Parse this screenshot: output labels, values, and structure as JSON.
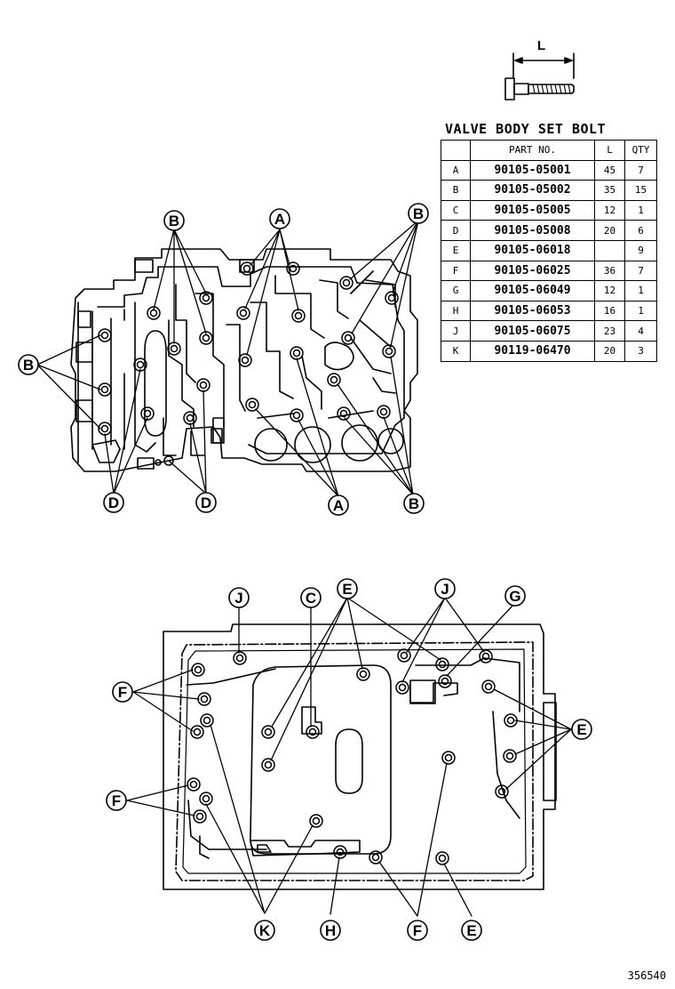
{
  "dimension_label": "L",
  "table": {
    "title": "VALVE BODY SET BOLT",
    "headers": [
      "",
      "PART NO.",
      "L",
      "QTY"
    ],
    "rows": [
      {
        "key": "A",
        "part_no": "90105-05001",
        "length": "45",
        "qty": "7"
      },
      {
        "key": "B",
        "part_no": "90105-05002",
        "length": "35",
        "qty": "15"
      },
      {
        "key": "C",
        "part_no": "90105-05005",
        "length": "12",
        "qty": "1"
      },
      {
        "key": "D",
        "part_no": "90105-05008",
        "length": "20",
        "qty": "6"
      },
      {
        "key": "E",
        "part_no": "90105-06018",
        "length": "",
        "qty": "9"
      },
      {
        "key": "F",
        "part_no": "90105-06025",
        "length": "36",
        "qty": "7"
      },
      {
        "key": "G",
        "part_no": "90105-06049",
        "length": "12",
        "qty": "1"
      },
      {
        "key": "H",
        "part_no": "90105-06053",
        "length": "16",
        "qty": "1"
      },
      {
        "key": "J",
        "part_no": "90105-06075",
        "length": "23",
        "qty": "4"
      },
      {
        "key": "K",
        "part_no": "90119-06470",
        "length": "20",
        "qty": "3"
      }
    ]
  },
  "upper_view_callouts": [
    "B",
    "A",
    "B",
    "B",
    "D",
    "D",
    "A",
    "B"
  ],
  "lower_view_callouts": [
    "J",
    "C",
    "E",
    "J",
    "G",
    "F",
    "E",
    "F",
    "K",
    "H",
    "F",
    "E"
  ],
  "figure_number": "356540"
}
